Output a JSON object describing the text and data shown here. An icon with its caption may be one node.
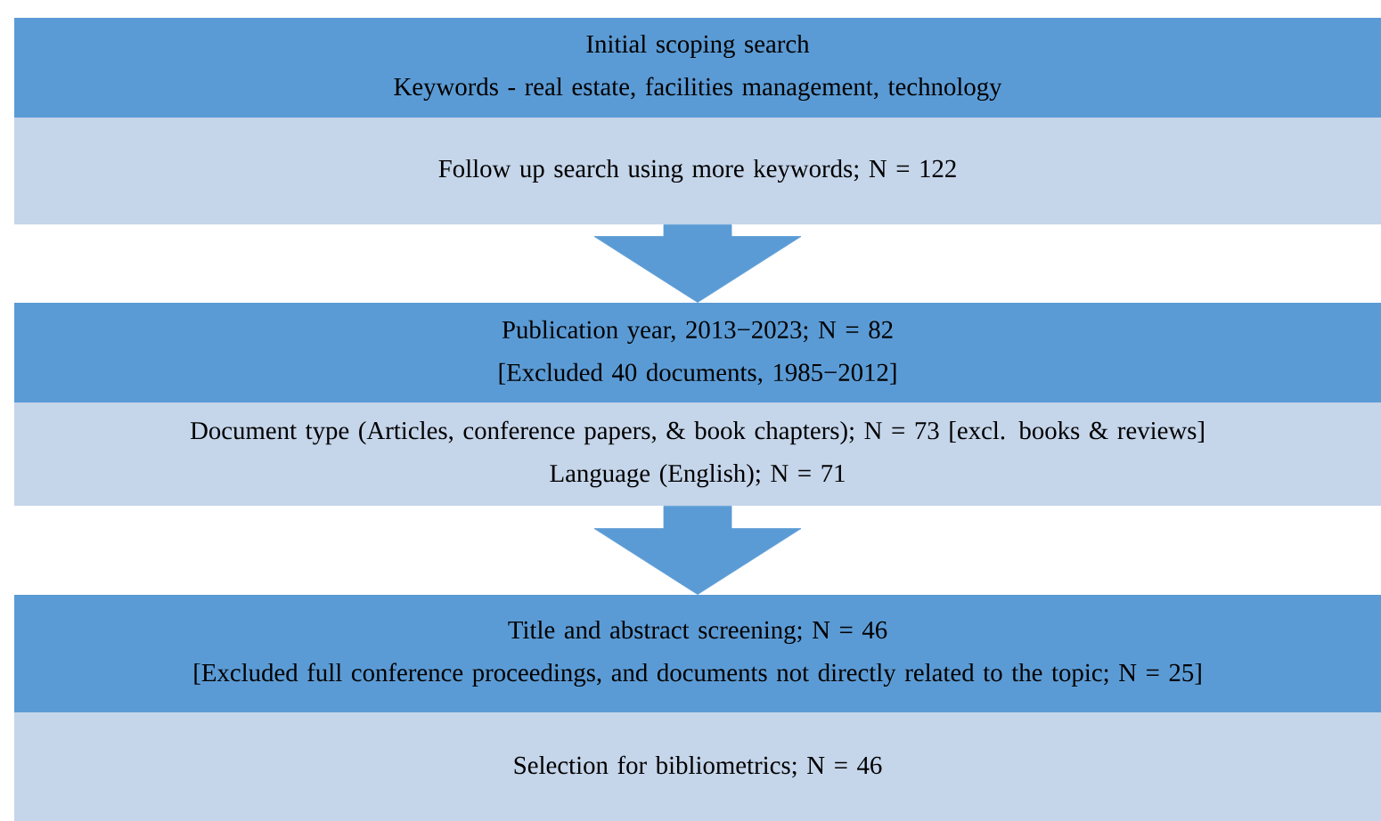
{
  "diagram": {
    "nodes": [
      {
        "text": [
          "Initial scoping search",
          "Keywords - real estate, facilities management, technology"
        ]
      },
      {
        "text": [
          "Follow up search using more keywords; N = 122"
        ]
      },
      {
        "text": [
          "Publication year, 2013−2023; N = 82",
          "[Excluded 40 documents, 1985−2012]"
        ]
      },
      {
        "text": [
          "Document type (Articles, conference papers, & book chapters); N = 73 [excl. books & reviews]",
          "Language (English); N = 71"
        ]
      },
      {
        "text": [
          "Title and abstract screening; N = 46",
          "[Excluded full conference proceedings, and documents not directly related to the topic; N = 25]"
        ]
      },
      {
        "text": [
          "Selection for bibliometrics; N = 46"
        ]
      }
    ],
    "edges": [
      {
        "from": 1,
        "to": 2,
        "arrow": "to"
      },
      {
        "from": 3,
        "to": 4,
        "arrow": "to"
      }
    ]
  }
}
